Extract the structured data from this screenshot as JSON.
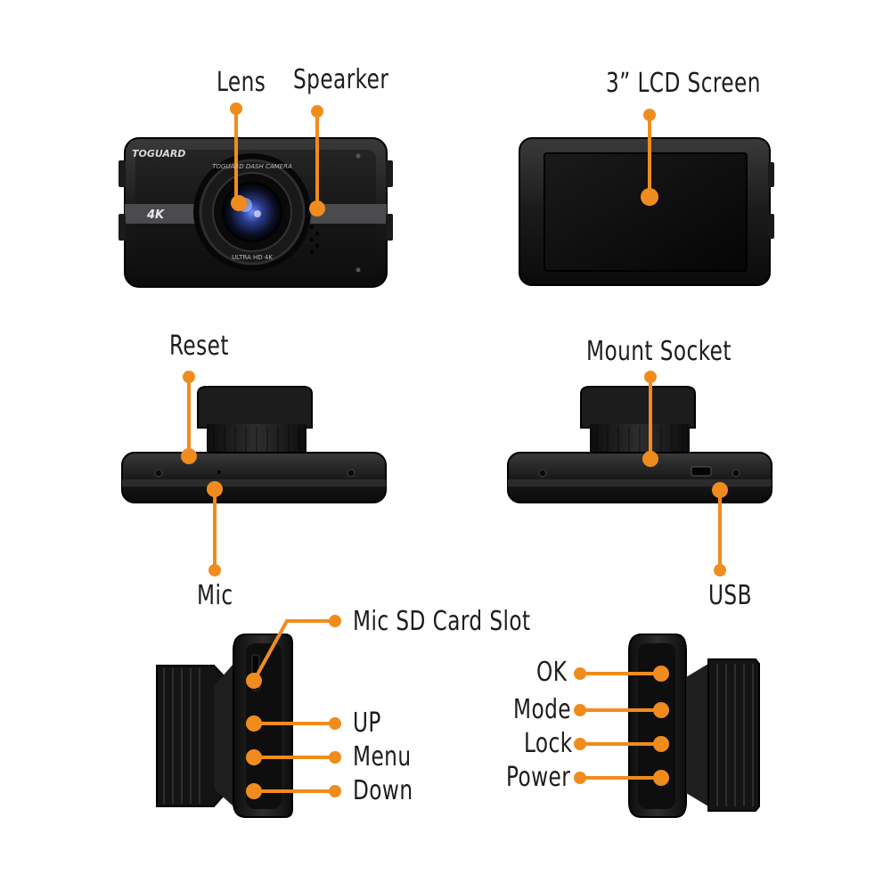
{
  "brand": "TOGUARD",
  "badge": "4K",
  "lens_ring_text": "TOGUARD DASH CAMERA",
  "lens_bottom_text": "ULTRA HD 4K",
  "accent": "#f08c1e",
  "labels": {
    "lens": "Lens",
    "speaker": "Spearker",
    "lcd": "3” LCD Screen",
    "reset": "Reset",
    "mount": "Mount Socket",
    "mic": "Mic",
    "usb": "USB",
    "sd": "Mic SD Card Slot",
    "up": "UP",
    "menu": "Menu",
    "down": "Down",
    "ok": "OK",
    "mode": "Mode",
    "lock": "Lock",
    "power": "Power"
  }
}
